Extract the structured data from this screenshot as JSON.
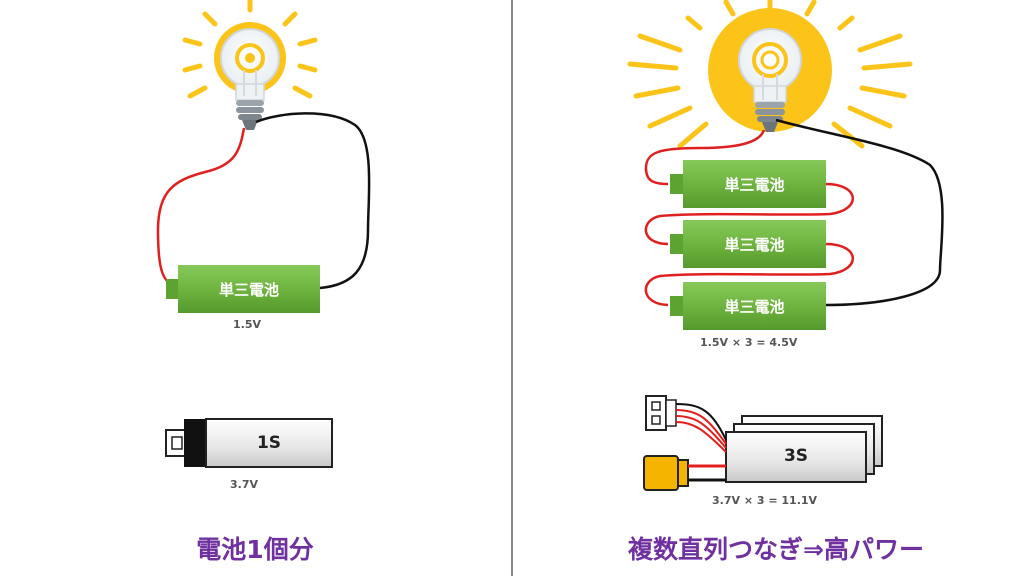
{
  "left": {
    "battery_label": "単三電池",
    "battery_voltage": "1.5V",
    "pack_label": "1S",
    "pack_voltage": "3.7V",
    "caption": "電池1個分"
  },
  "right": {
    "battery_labels": [
      "単三電池",
      "単三電池",
      "単三電池"
    ],
    "battery_voltage": "1.5V × 3 = 4.5V",
    "pack_label": "3S",
    "pack_voltage": "3.7V × 3 = 11.1V",
    "caption": "複数直列つなぎ⇒高パワー"
  },
  "colors": {
    "battery_green": "#6fb43f",
    "wire_red": "#e0201f",
    "wire_black": "#111111",
    "glow": "#fcc419",
    "divider": "#888888",
    "caption": "#7030a0"
  }
}
